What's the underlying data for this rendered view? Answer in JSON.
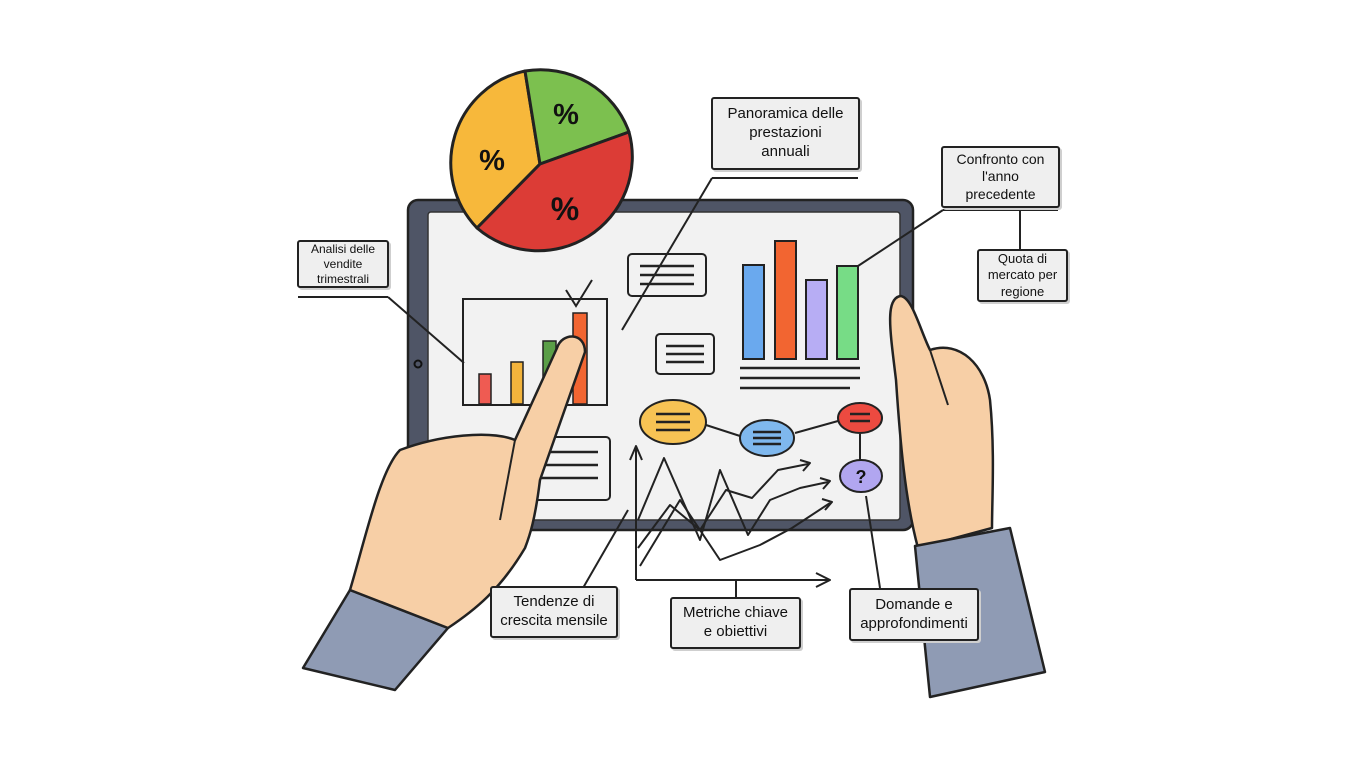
{
  "labels": {
    "annual_overview": "Panoramica delle\nprestazioni\nannuali",
    "year_comparison": "Confronto con\nl'anno\nprecedente",
    "quarterly_sales": "Analisi delle\nvendite\ntrimestrali",
    "market_share": "Quota di\nmercato per\nregione",
    "monthly_growth": "Tendenze di\ncrescita mensile",
    "key_metrics": "Metriche chiave\ne obiettivi",
    "questions": "Domande e\napprofondimenti"
  },
  "pie": {
    "symbol": "%",
    "slices": [
      {
        "color": "#f7b83b"
      },
      {
        "color": "#7cc04f"
      },
      {
        "color": "#dc3c36"
      }
    ]
  },
  "bubble_question_mark": "?",
  "colors": {
    "device_frame": "#4f5566",
    "screen": "#f2f2f2",
    "skin": "#f7cfa6",
    "sleeve": "#8f9bb4",
    "bar_blue": "#6aa9ee",
    "bar_orange": "#f26531",
    "bar_purple": "#b7adf4",
    "bar_green": "#77dc86"
  }
}
